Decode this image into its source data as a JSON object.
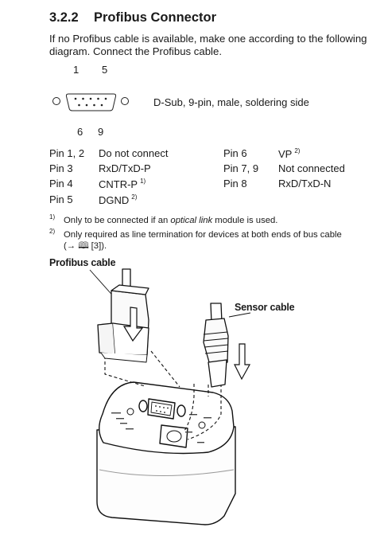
{
  "section": {
    "number": "3.2.2",
    "title": "Profibus Connector"
  },
  "intro": "If no Profibus cable is available, make one according to the following diagram. Connect the Profibus cable.",
  "connector": {
    "pin_top_left": "1",
    "pin_top_right": "5",
    "pin_bottom_left": "6",
    "pin_bottom_right": "9",
    "description": "D-Sub, 9-pin, male, soldering side"
  },
  "pins": [
    {
      "label": "Pin 1, 2",
      "value": "Do not connect",
      "note": ""
    },
    {
      "label": "Pin 3",
      "value": "RxD/TxD-P",
      "note": ""
    },
    {
      "label": "Pin 4",
      "value": "CNTR-P",
      "note": "1)"
    },
    {
      "label": "Pin 5",
      "value": "DGND",
      "note": "2)"
    },
    {
      "label": "Pin 6",
      "value": "VP",
      "note": "2)"
    },
    {
      "label": "Pin 7, 9",
      "value": "Not connected",
      "note": ""
    },
    {
      "label": "Pin 8",
      "value": "RxD/TxD-N",
      "note": ""
    }
  ],
  "footnotes": [
    {
      "mark": "1)",
      "before": "Only to be connected if an ",
      "italic": "optical link",
      "after": " module is used."
    },
    {
      "mark": "2)",
      "line1": "Only required as line termination for devices at both ends of bus cable",
      "line2": "(→ 🕮 [3])."
    }
  ],
  "figure": {
    "label_profibus": "Profibus cable",
    "label_sensor": "Sensor cable"
  },
  "icons": [
    "d-sub-connector-icon",
    "mounting-hole-icon",
    "down-arrow-icon",
    "book-icon"
  ]
}
